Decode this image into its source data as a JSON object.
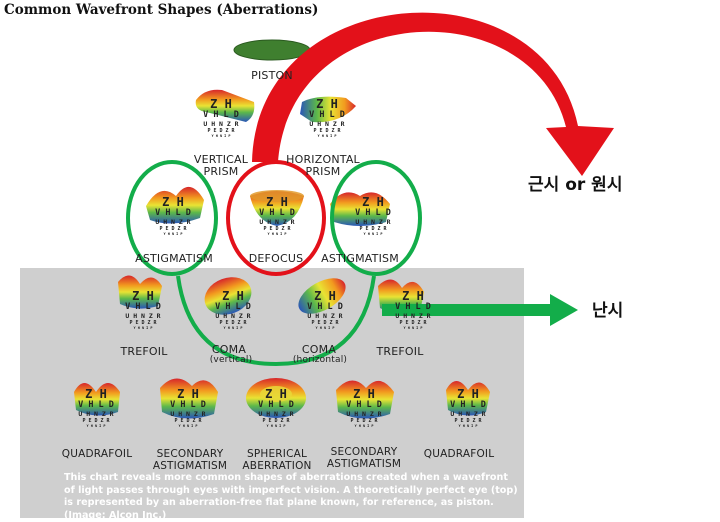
{
  "title": "Common Wavefront Shapes (Aberrations)",
  "eye_chart_rows": [
    "Z  H",
    "V H L D",
    "U H N Z R",
    "P E D Z R",
    "Y H N I P"
  ],
  "labels": {
    "piston": "PISTON",
    "vertical_prism": "VERTICAL\nPRISM",
    "horizontal_prism": "HORIZONTAL\nPRISM",
    "astigmatism_left": "ASTIGMATISM",
    "defocus": "DEFOCUS",
    "astigmatism_right": "ASTIGMATISM",
    "trefoil_left": "TREFOIL",
    "coma_vertical": "COMA",
    "coma_vertical_sub": "(vertical)",
    "coma_horizontal": "COMA",
    "coma_horizontal_sub": "(horizontal)",
    "trefoil_right": "TREFOIL",
    "quadrafoil_left": "QUADRAFOIL",
    "secondary_astig_left": "SECONDARY\nASTIGMATISM",
    "spherical": "SPHERICAL\nABERRATION",
    "secondary_astig_right": "SECONDARY\nASTIGMATISM",
    "quadrafoil_right": "QUADRAFOIL"
  },
  "caption": "This chart reveals more common shapes of aberrations created when a wavefront of light passes through eyes with imperfect vision. A theoretically perfect eye (top) is represented by an aberration-free flat plane known, for reference, as piston. (Image: Alcon Inc.)",
  "annotations": {
    "myopia_hyperopia": "근시 or 원시",
    "astigmatism_ko": "난시"
  },
  "colors": {
    "highlight_red": "#e3111a",
    "highlight_green": "#13ad4a",
    "gray_panel": "#cfcfcf",
    "piston_green": "#3f7f2f"
  }
}
